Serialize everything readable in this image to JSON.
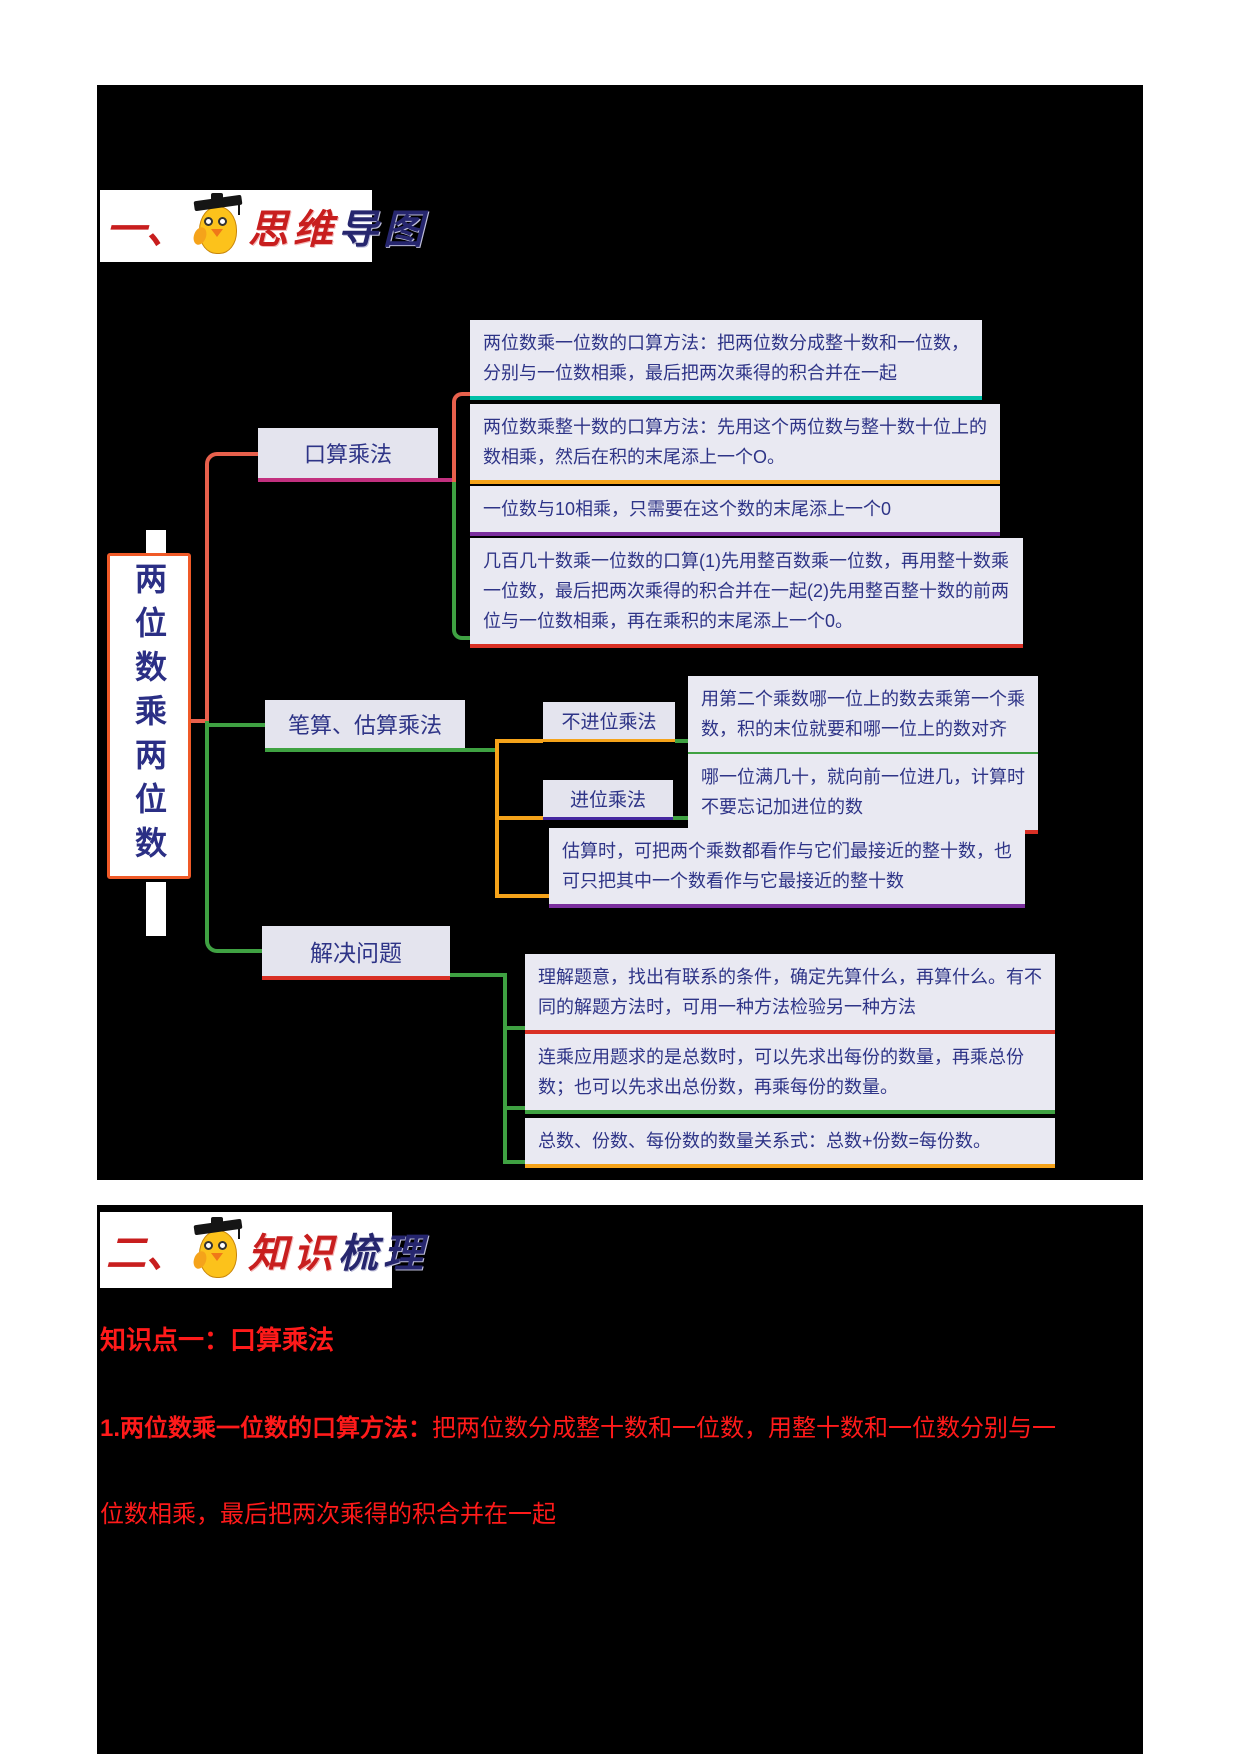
{
  "header1": {
    "prefix": "一、",
    "title_red": "思维",
    "title_blue": "导图"
  },
  "header2": {
    "prefix": "二、",
    "title_red": "知识",
    "title_blue": "梳理"
  },
  "mindmap": {
    "root": "两位数乘两位数",
    "oral": {
      "label": "口算乘法",
      "node1": "两位数乘一位数的口算方法：把两位数分成整十数和一位数，分别与一位数相乘，最后把两次乘得的积合并在一起",
      "node2": "两位数乘整十数的口算方法：先用这个两位数与整十数十位上的数相乘，然后在积的末尾添上一个O。",
      "node3": "一位数与10相乘，只需要在这个数的末尾添上一个0",
      "node4": "几百几十数乘一位数的口算(1)先用整百数乘一位数，再用整十数乘一位数，最后把两次乘得的积合并在一起(2)先用整百整十数的前两位与一位数相乘，再在乘积的末尾添上一个0。"
    },
    "written": {
      "label": "笔算、估算乘法",
      "no_carry_label": "不进位乘法",
      "no_carry_text": "用第二个乘数哪一位上的数去乘第一个乘数，积的末位就要和哪一位上的数对齐",
      "carry_label": "进位乘法",
      "carry_text": "哪一位满几十，就向前一位进几，计算时不要忘记加进位的数",
      "estimate_text": "估算时，可把两个乘数都看作与它们最接近的整十数，也可只把其中一个数看作与它最接近的整十数"
    },
    "solve": {
      "label": "解决问题",
      "node1": "理解题意，找出有联系的条件，确定先算什么，再算什么。有不同的解题方法时，可用一种方法检验另一种方法",
      "node2": "连乘应用题求的是总数时，可以先求出每份的数量，再乘总份数；也可以先求出总份数，再乘每份的数量。",
      "node3": "总数、份数、每份数的数量关系式：总数+份数=每份数。"
    }
  },
  "knowledge": {
    "heading": "知识点一：口算乘法",
    "point1_lead": "1.两位数乘一位数的口算方法：",
    "point1_text": "把两位数分成整十数和一位数，用整十数和一位数分别与一",
    "point1_line2": "位数相乘，最后把两次乘得的积合并在一起"
  },
  "colors": {
    "page_bg": "#ffffff",
    "panel_bg": "#000000",
    "node_bg": "#e9e9f2",
    "node_text": "#2e3487",
    "root_border": "#f05a28",
    "knowledge_text_red": "#ff1a1a",
    "header_red": "#c81e1e",
    "header_blue": "#26266e",
    "underline_teal": "#00c0a8",
    "underline_orange": "#f5a31a",
    "underline_purple": "#7b2f9e",
    "underline_red": "#d93025",
    "underline_green": "#3fa142",
    "underline_magenta": "#c2307f",
    "underline_dark_purple": "#4527a0",
    "branch_red": "#e8604c"
  }
}
